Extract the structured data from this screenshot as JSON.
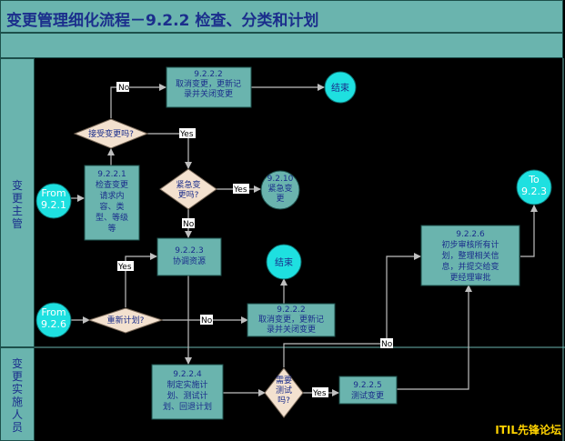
{
  "title": "变更管理细化流程－9.2.2 检查、分类和计划",
  "lanes": {
    "manager": "变更主管",
    "implementer": "变更实施人员"
  },
  "watermark": "ITIL先锋论坛",
  "nodes": {
    "from_921": [
      "From",
      "9.2.1"
    ],
    "from_926": [
      "From",
      "9.2.6"
    ],
    "to_923": [
      "To",
      "9.2.3"
    ],
    "end_top": [
      "结束"
    ],
    "end_mid": [
      "结束"
    ],
    "step_9222_top": [
      "9.2.2.2",
      "取消变更，更新记",
      "录并关闭变更"
    ],
    "step_9222_mid": [
      "9.2.2.2",
      "取消变更，更新记",
      "录并关闭变更"
    ],
    "step_9221": [
      "9.2.2.1",
      "检查变更",
      "请求内",
      "容、类",
      "型、等级",
      "等"
    ],
    "step_9223": [
      "9.2.2.3",
      "协调资源"
    ],
    "step_92210": [
      "9.2.10",
      "紧急变",
      "更"
    ],
    "step_9226": [
      "9.2.2.6",
      "初步审核所有计",
      "划，整理相关信",
      "息，并提交给变",
      "更经理审批"
    ],
    "step_9224": [
      "9.2.2.4",
      "制定实施计",
      "划、测试计",
      "划、回退计划"
    ],
    "step_9225": [
      "9.2.2.5",
      "测试变更"
    ],
    "dec_accept": [
      "接受变更吗?"
    ],
    "dec_urgent": [
      "紧急变",
      "更吗?"
    ],
    "dec_replan": [
      "重新计划?"
    ],
    "dec_test": [
      "需要",
      "测试",
      "吗?"
    ]
  },
  "labels": {
    "no_top": "No",
    "yes_accept": "Yes",
    "yes_urgent": "Yes",
    "no_urgent": "No",
    "yes_replan": "Yes",
    "no_replan": "No",
    "yes_test": "Yes",
    "no_test": "No"
  }
}
